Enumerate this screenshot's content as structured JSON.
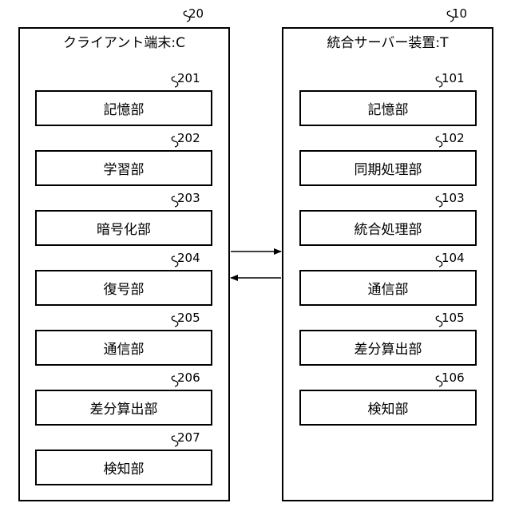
{
  "client": {
    "ref": "20",
    "title": "クライアント端末:C",
    "units": [
      {
        "ref": "201",
        "label": "記憶部"
      },
      {
        "ref": "202",
        "label": "学習部"
      },
      {
        "ref": "203",
        "label": "暗号化部"
      },
      {
        "ref": "204",
        "label": "復号部"
      },
      {
        "ref": "205",
        "label": "通信部"
      },
      {
        "ref": "206",
        "label": "差分算出部"
      },
      {
        "ref": "207",
        "label": "検知部"
      }
    ]
  },
  "server": {
    "ref": "10",
    "title": "統合サーバー装置:T",
    "units": [
      {
        "ref": "101",
        "label": "記憶部"
      },
      {
        "ref": "102",
        "label": "同期処理部"
      },
      {
        "ref": "103",
        "label": "統合処理部"
      },
      {
        "ref": "104",
        "label": "通信部"
      },
      {
        "ref": "105",
        "label": "差分算出部"
      },
      {
        "ref": "106",
        "label": "検知部"
      }
    ]
  }
}
